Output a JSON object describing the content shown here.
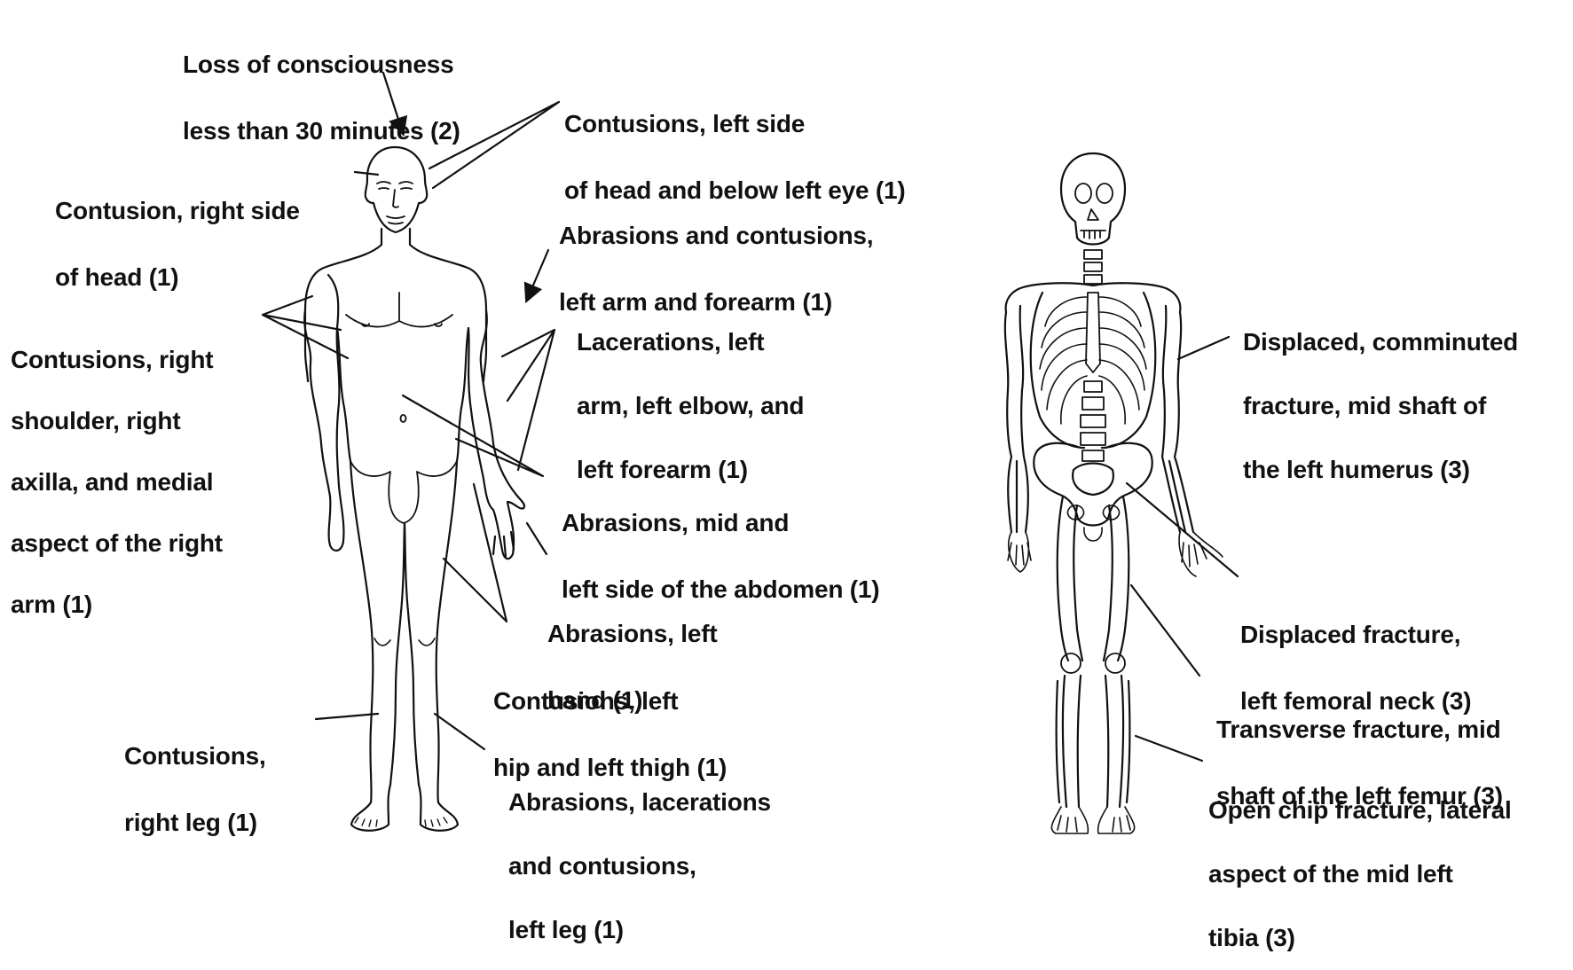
{
  "colors": {
    "ink": "#111111",
    "background": "#ffffff"
  },
  "figures": {
    "body_outline": {
      "name": "body-figure"
    },
    "skeleton": {
      "name": "skeleton-figure"
    }
  },
  "labels": {
    "loc": {
      "line1": "Loss of consciousness",
      "line2": "less than 30 minutes (2)"
    },
    "contusions_left_head": {
      "line1": "Contusions, left side",
      "line2": "of head and below left eye (1)"
    },
    "contusion_right_head": {
      "line1": "Contusion, right side",
      "line2": "of head (1)"
    },
    "abrasions_left_arm": {
      "line1": "Abrasions and contusions,",
      "line2": "left arm and forearm (1)"
    },
    "contusions_right_shoulder": {
      "line1": "Contusions, right",
      "line2": "shoulder, right",
      "line3": "axilla, and medial",
      "line4": "aspect of the right",
      "line5": "arm (1)"
    },
    "lacerations_left_arm": {
      "line1": "Lacerations, left",
      "line2": "arm, left elbow, and",
      "line3": "left forearm (1)"
    },
    "abrasions_abdomen": {
      "line1": "Abrasions, mid and",
      "line2": "left side of the abdomen (1)"
    },
    "abrasions_left_hand": {
      "line1": "Abrasions, left",
      "line2": "hand (1)"
    },
    "contusions_left_hip": {
      "line1": "Contusions, left",
      "line2": "hip and left thigh (1)"
    },
    "contusions_right_leg": {
      "line1": "Contusions,",
      "line2": "right leg (1)"
    },
    "abrasions_left_leg": {
      "line1": "Abrasions, lacerations",
      "line2": "and contusions,",
      "line3": "left leg (1)"
    },
    "humerus_fracture": {
      "line1": "Displaced, comminuted",
      "line2": "fracture, mid shaft of",
      "line3": "the left humerus (3)"
    },
    "femoral_neck_fracture": {
      "line1": "Displaced fracture,",
      "line2": "left femoral neck (3)"
    },
    "femur_fracture": {
      "line1": "Transverse fracture, mid",
      "line2": "shaft of the left femur (3)"
    },
    "tibia_fracture": {
      "line1": "Open chip fracture, lateral",
      "line2": "aspect of the mid left",
      "line3": "tibia (3)"
    }
  }
}
